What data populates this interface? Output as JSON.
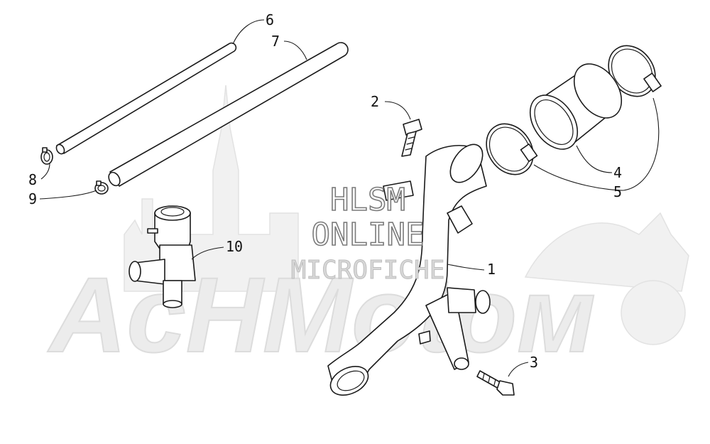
{
  "watermark": {
    "line1": "HLSM",
    "line2": "ONLINE",
    "line3": "MICROFICHE",
    "brand": "AcHMotoм"
  },
  "callouts": [
    "1",
    "2",
    "3",
    "4",
    "5",
    "6",
    "7",
    "8",
    "9",
    "10"
  ],
  "colors": {
    "line": "#1a1a1a",
    "watermark": "#dcdcdc",
    "background": "#ffffff"
  }
}
